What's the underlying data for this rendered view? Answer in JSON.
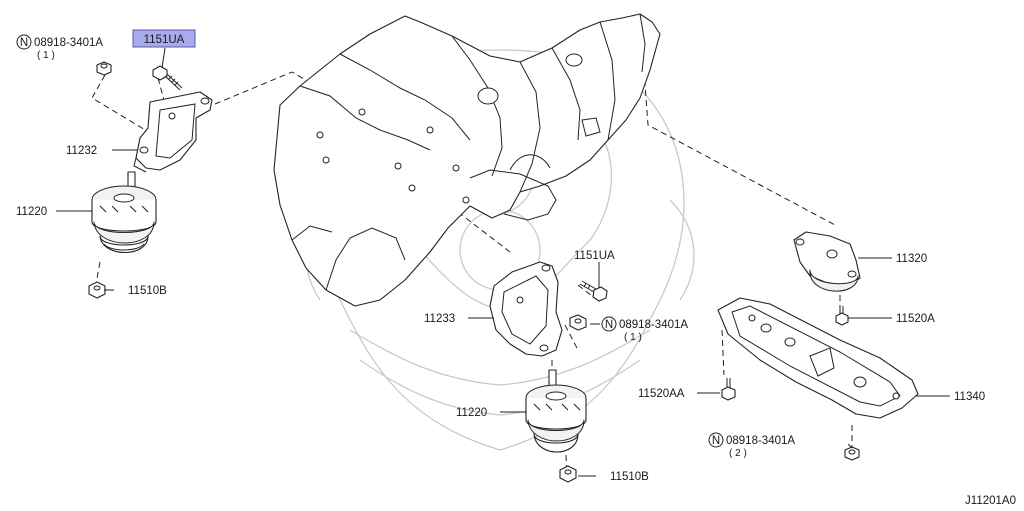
{
  "diagram_code": "J11201A0",
  "highlighted_label": "1151UA",
  "colors": {
    "highlight": "#a9a9ee",
    "line": "#222222",
    "watermark": "#c9c9c9"
  },
  "callouts": {
    "nut_top_left": {
      "part": "08918-3401A",
      "qty": "( 1 )",
      "symbol": "N"
    },
    "bolt_top_left": {
      "part": "1151UA"
    },
    "bracket_left": {
      "part": "11232"
    },
    "insulator_left": {
      "part": "11220"
    },
    "washer_left": {
      "part": "11510B"
    },
    "bolt_center": {
      "part": "1151UA"
    },
    "bracket_center": {
      "part": "11233"
    },
    "nut_center": {
      "part": "08918-3401A",
      "qty": "( 1 )",
      "symbol": "N"
    },
    "insulator_center": {
      "part": "11220"
    },
    "washer_center": {
      "part": "11510B"
    },
    "insulator_rear": {
      "part": "11320"
    },
    "bolt_rear": {
      "part": "11520A"
    },
    "bolt_member": {
      "part": "11520AA"
    },
    "member_rear": {
      "part": "11340"
    },
    "nut_rear": {
      "part": "08918-3401A",
      "qty": "( 2 )",
      "symbol": "N"
    }
  }
}
